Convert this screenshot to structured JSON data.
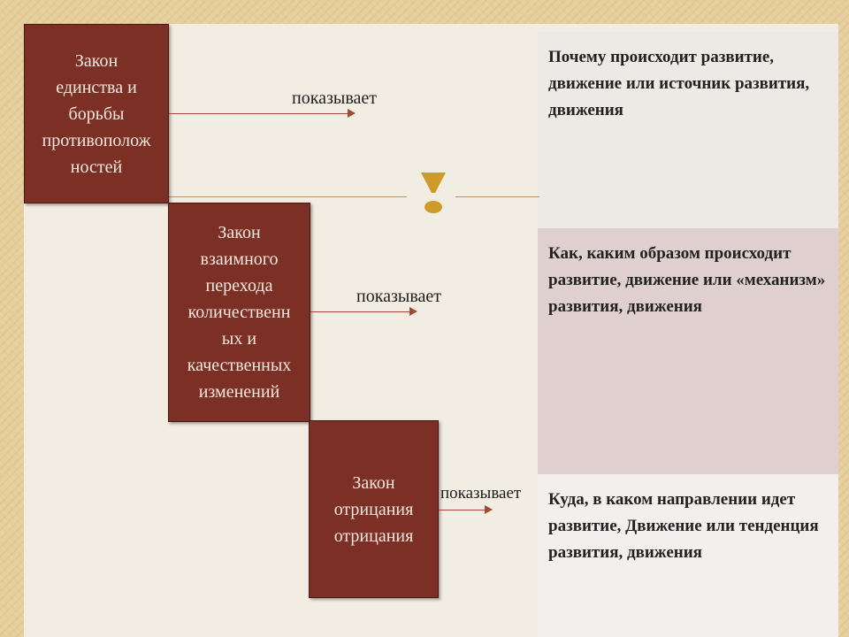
{
  "laws": [
    {
      "lines": [
        "Закон",
        "единства и",
        "борьбы",
        "противополож",
        "ностей"
      ]
    },
    {
      "lines": [
        "Закон",
        "взаимного",
        "перехода",
        "количественн",
        "ых и",
        "качественных",
        "изменений"
      ]
    },
    {
      "lines": [
        "Закон",
        "отрицания",
        "отрицания"
      ]
    }
  ],
  "arrow_label": "показывает",
  "descriptions": [
    "Почему происходит развитие, движение или источник развития, движения",
    "Как, каким образом происходит развитие, движение или «механизм» развития, движения",
    "Куда, в каком направлении идет развитие, Движение или тенденция развития, движения"
  ],
  "colors": {
    "box": "#7c2f24",
    "box_text": "#f2e8df",
    "desc_1_bg": "#ede9e5",
    "desc_2_bg": "#dfd0cf",
    "desc_3_bg": "#f2efee",
    "accent": "#d09a2a"
  },
  "icons": [
    "decorative-ornament-icon"
  ]
}
